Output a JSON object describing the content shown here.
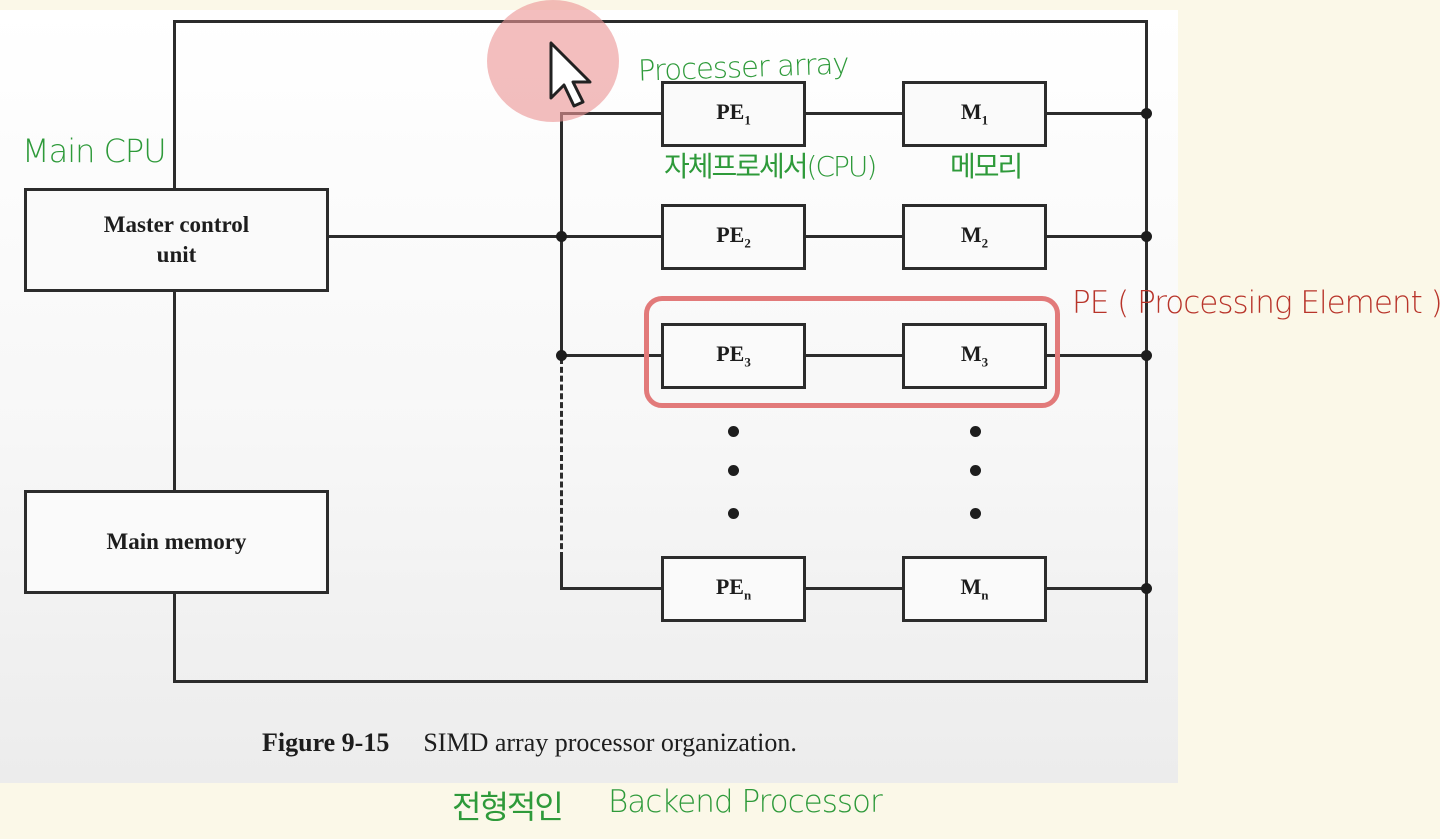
{
  "diagram": {
    "master_control_unit": "Master control\nunit",
    "main_memory": "Main memory",
    "processors": [
      {
        "pe": "PE",
        "pe_sub": "1",
        "m": "M",
        "m_sub": "1"
      },
      {
        "pe": "PE",
        "pe_sub": "2",
        "m": "M",
        "m_sub": "2"
      },
      {
        "pe": "PE",
        "pe_sub": "3",
        "m": "M",
        "m_sub": "3"
      },
      {
        "pe": "PE",
        "pe_sub": "n",
        "m": "M",
        "m_sub": "n"
      }
    ],
    "caption_number": "Figure 9-15",
    "caption_text": "SIMD array processor organization."
  },
  "annotations": {
    "main_cpu": "Main CPU",
    "processor_array": "Processer array",
    "own_processor": "자체프로세서(CPU)",
    "memory": "메모리",
    "pe_note": "PE ( Processing Element )",
    "bottom_note_korean": "전형적인",
    "bottom_note_english": "Backend Processor"
  },
  "colors": {
    "annotation_green": "#2e9a3a",
    "annotation_red": "#b8342a",
    "highlight": "#e27a7a"
  }
}
